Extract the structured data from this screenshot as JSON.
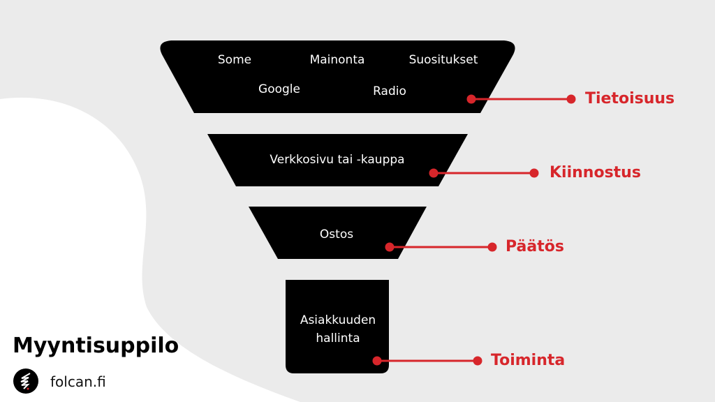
{
  "title": "Myyntisuppilo",
  "brand": "folcan.fi",
  "accent_color": "#d7262b",
  "funnel": [
    {
      "items": [
        "Some",
        "Mainonta",
        "Suositukset",
        "Google",
        "Radio"
      ],
      "stage": "Tietoisuus"
    },
    {
      "items": [
        "Verkkosivu tai -kauppa"
      ],
      "stage": "Kiinnostus"
    },
    {
      "items": [
        "Ostos"
      ],
      "stage": "Päätös"
    },
    {
      "items": [
        "Asiakkuuden",
        "hallinta"
      ],
      "stage": "Toiminta"
    }
  ]
}
